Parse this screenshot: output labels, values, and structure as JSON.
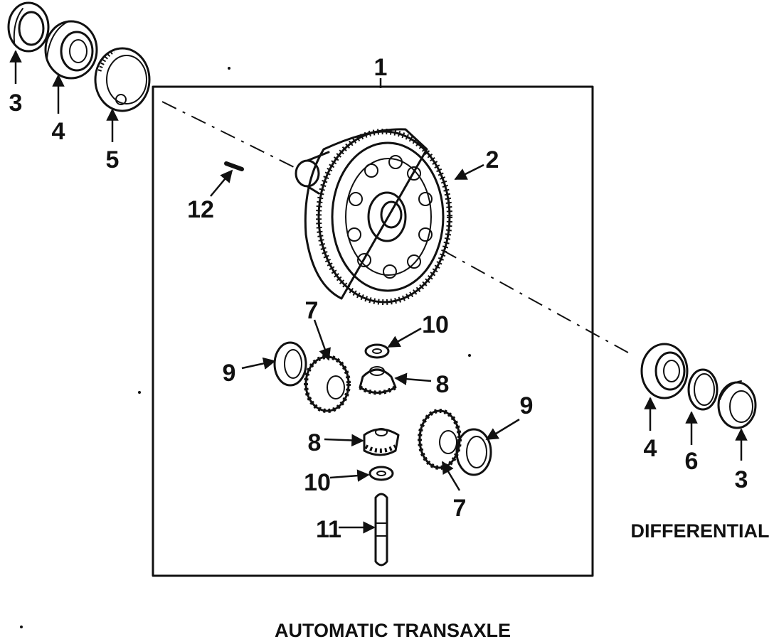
{
  "captions": {
    "differential": "DIFFERENTIAL",
    "automatic_transaxle": "AUTOMATIC TRANSAXLE"
  },
  "callouts": {
    "c1": "1",
    "c2": "2",
    "c3_left": "3",
    "c3_right": "3",
    "c4_left": "4",
    "c4_right": "4",
    "c5": "5",
    "c6": "6",
    "c7_upper": "7",
    "c7_lower": "7",
    "c8_upper": "8",
    "c8_lower": "8",
    "c9_left": "9",
    "c9_right": "9",
    "c10_upper": "10",
    "c10_lower": "10",
    "c11": "11",
    "c12": "12"
  }
}
